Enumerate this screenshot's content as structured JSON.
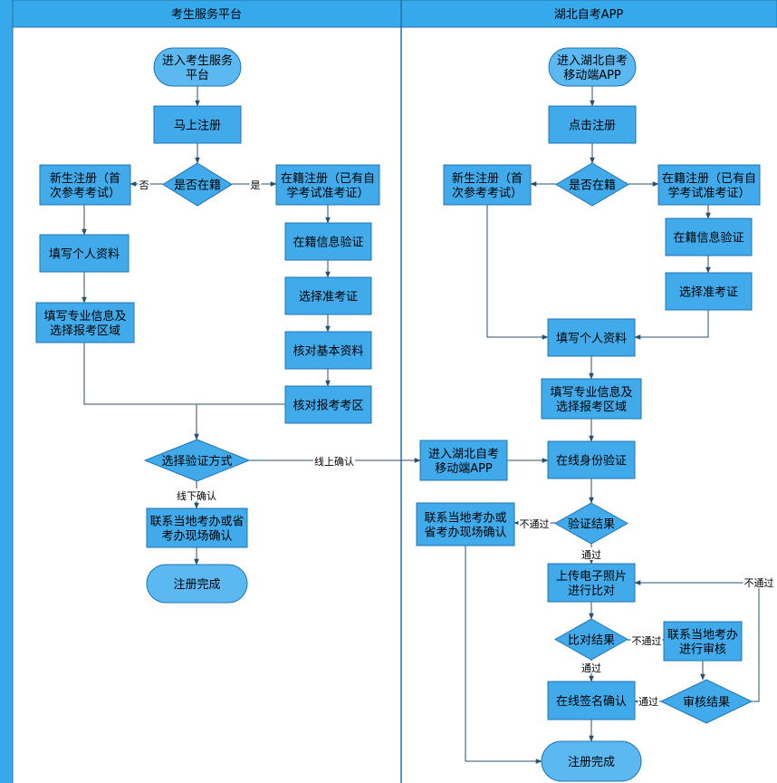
{
  "colors": {
    "lane_header": "#36a9ec",
    "lane_border": "#2a6fa8",
    "node_fill": "#41aaea",
    "node_fill_light": "#5bb8f0",
    "node_border": "#1f74b3",
    "edge": "#2a4f6e",
    "left_bar": "#36a9ec"
  },
  "lanes": {
    "left_title": "考生服务平台",
    "right_title": "湖北自考APP"
  },
  "nodes": {
    "l_start": [
      "进入考生服务",
      "平台"
    ],
    "l_register": [
      "马上注册"
    ],
    "l_decide": [
      "是否在籍"
    ],
    "l_new": [
      "新生注册（首",
      "次参考考试）"
    ],
    "l_enrolled": [
      "在籍注册（已有自",
      "学考试准考证）"
    ],
    "l_fill": [
      "填写个人资料"
    ],
    "l_major": [
      "填写专业信息及",
      "选择报考区域"
    ],
    "l_verify": [
      "在籍信息验证"
    ],
    "l_select": [
      "选择准考证"
    ],
    "l_check_basic": [
      "核对基本资料"
    ],
    "l_check_area": [
      "核对报考考区"
    ],
    "l_method": [
      "选择验证方式"
    ],
    "l_contact": [
      "联系当地考办或省",
      "考办现场确认"
    ],
    "l_done": [
      "注册完成"
    ],
    "r_start": [
      "进入湖北自考",
      "移动端APP"
    ],
    "r_click": [
      "点击注册"
    ],
    "r_decide": [
      "是否在籍"
    ],
    "r_new": [
      "新生注册（首",
      "次参考考试）"
    ],
    "r_enrolled": [
      "在籍注册（已有自",
      "学考试准考证）"
    ],
    "r_verify": [
      "在籍信息验证"
    ],
    "r_select": [
      "选择准考证"
    ],
    "r_fill": [
      "填写个人资料"
    ],
    "r_major": [
      "填写专业信息及",
      "选择报考区域"
    ],
    "r_enter_app": [
      "进入湖北自考",
      "移动端APP"
    ],
    "r_identity": [
      "在线身份验证"
    ],
    "r_contact": [
      "联系当地考办或",
      "省考办现场确认"
    ],
    "r_vresult": [
      "验证结果"
    ],
    "r_upload": [
      "上传电子照片",
      "进行比对"
    ],
    "r_cresult": [
      "比对结果"
    ],
    "r_review": [
      "联系当地考办",
      "进行审核"
    ],
    "r_sign": [
      "在线签名确认"
    ],
    "r_aresult": [
      "审核结果"
    ],
    "r_done": [
      "注册完成"
    ]
  },
  "edge_labels": {
    "no": "否",
    "yes": "是",
    "online": "线上确认",
    "offline": "线下确认",
    "fail": "不通过",
    "pass": "通过"
  }
}
